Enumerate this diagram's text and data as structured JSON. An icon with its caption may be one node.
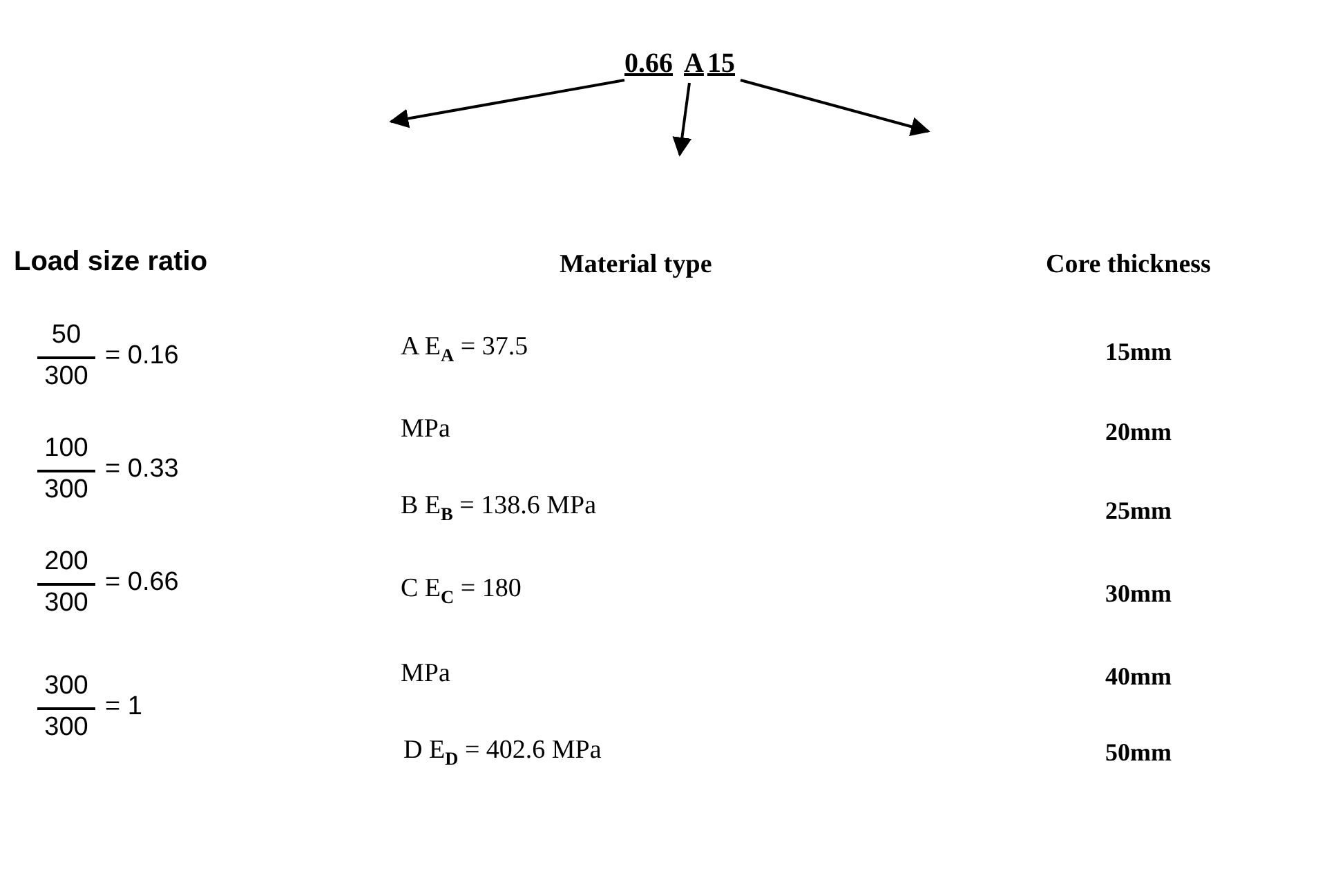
{
  "diagram": {
    "nodes": [
      {
        "text": [
          "0.66"
        ]
      },
      {
        "text": [
          "A"
        ]
      },
      {
        "text": [
          "15"
        ]
      }
    ],
    "edges": [
      {
        "from": 0,
        "to": null,
        "arrow": "to"
      },
      {
        "from": 1,
        "to": null,
        "arrow": "to"
      },
      {
        "from": 2,
        "to": null,
        "arrow": "to"
      }
    ],
    "labels": [
      "Load size ratio",
      "Material type",
      "Core thickness",
      "50",
      "300",
      "= 0.16",
      "A  E$_{A}$ = 37.5",
      "15mm",
      "MPa",
      "20mm",
      "100",
      "300",
      "= 0.33",
      "B  E$_{B}$ = 138.6 MPa",
      "25mm",
      "C  E$_{C}$ = 180",
      "30mm",
      "200",
      "300",
      "= 0.66",
      "MPa",
      "40mm",
      "300",
      "300",
      "= 1",
      "D  E$_{D}$ = 402.6 MPa",
      "50mm"
    ]
  }
}
